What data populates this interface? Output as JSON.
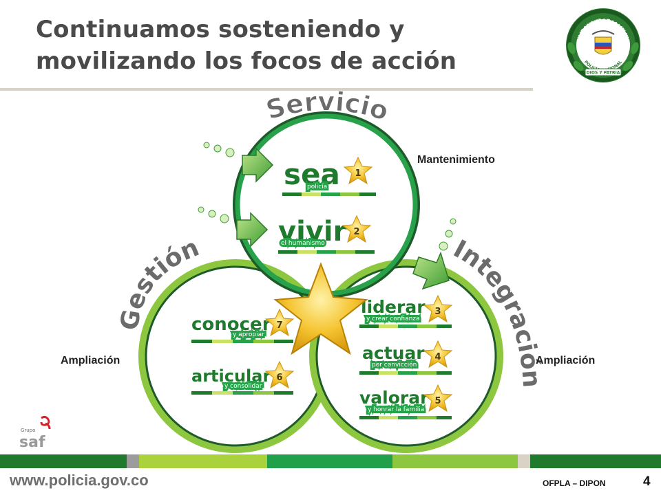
{
  "slide": {
    "title_line1": "Continuamos sosteniendo y",
    "title_line2": "movilizando los focos de acción",
    "page_number": "4",
    "footer_code": "OFPLA – DIPON",
    "url": "www.policia.gov.co"
  },
  "seal": {
    "ring_top": "REPÚBLICA DE COLOMBIA",
    "ring_bottom": "POLICÍA NACIONAL",
    "banner": "DIOS Y PATRIA",
    "icon": "national-police-seal-icon"
  },
  "brand": {
    "group_label": "Grupo",
    "name": "saf",
    "icon": "saf-logo-icon"
  },
  "circles": {
    "top": "Servicio",
    "left": "Gestión",
    "right": "Integración"
  },
  "labels": {
    "top_right": "Mantenimiento",
    "left": "Ampliación",
    "right": "Ampliación"
  },
  "items": [
    {
      "word": "sea",
      "sub": "policía",
      "number": "1"
    },
    {
      "word": "vivir",
      "sub": "el humanismo",
      "number": "2"
    },
    {
      "word": "liderar",
      "sub": "y crear confianza",
      "number": "3"
    },
    {
      "word": "actuar",
      "sub": "por convicción",
      "number": "4"
    },
    {
      "word": "valorar",
      "sub": "y honrar la familia",
      "number": "5"
    },
    {
      "word": "articular",
      "sub": "y consolidar",
      "number": "6"
    },
    {
      "word": "conocer",
      "sub": "y apropiar",
      "number": "7"
    }
  ],
  "colors": {
    "dark_green": "#1f7a2e",
    "mid_green": "#27a24a",
    "light_green": "#8dc63f",
    "star_gold": "#f5c431",
    "text_grey": "#4a4a4a",
    "brand_red": "#d6232b"
  }
}
